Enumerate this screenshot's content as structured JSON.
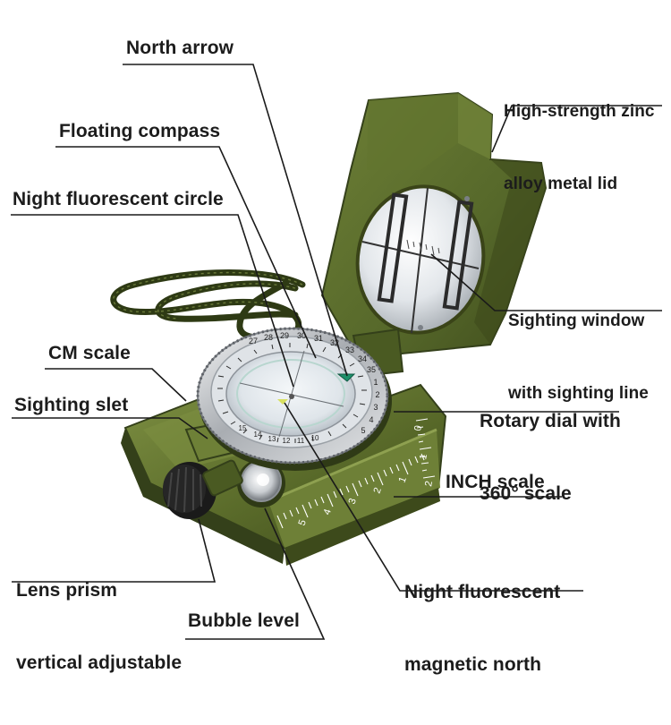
{
  "labels": {
    "north_arrow": "North arrow",
    "lid_line1": "High-strength zinc",
    "lid_line2": "alloy metal lid",
    "floating_compass": "Floating compass",
    "night_circle": "Night fluorescent circle",
    "sighting_window_line1": "Sighting window",
    "sighting_window_line2": "with sighting line",
    "cm_scale": "CM scale",
    "rotary_line1": "Rotary dial with",
    "rotary_line2": "360° scale",
    "sighting_slet": "Sighting slet",
    "inch_scale": "INCH scale",
    "lens_line1": "Lens prism",
    "lens_line2": "vertical adjustable",
    "night_north_line1": "Night fluorescent",
    "night_north_line2": "magnetic north",
    "bubble_level": "Bubble level"
  },
  "dial": {
    "degree_ticks": [
      "27",
      "28",
      "29",
      "30",
      "31",
      "32",
      "33",
      "34",
      "35",
      "1",
      "2",
      "3",
      "4",
      "5"
    ],
    "inner_ticks": [
      "14",
      "15",
      "13",
      "12",
      "11",
      "10"
    ],
    "cm_ticks": [
      "0",
      "1",
      "2",
      "3",
      "4",
      "5"
    ],
    "inch_ticks": [
      "0",
      "1",
      "2"
    ]
  },
  "colors": {
    "body_green": "#5a6b2a",
    "body_dark": "#3f4c1c",
    "body_light": "#7d8f42",
    "bezel_silver": "#c9ccd0",
    "dial_face": "#e9eef2",
    "leader": "#1a1a1a"
  }
}
